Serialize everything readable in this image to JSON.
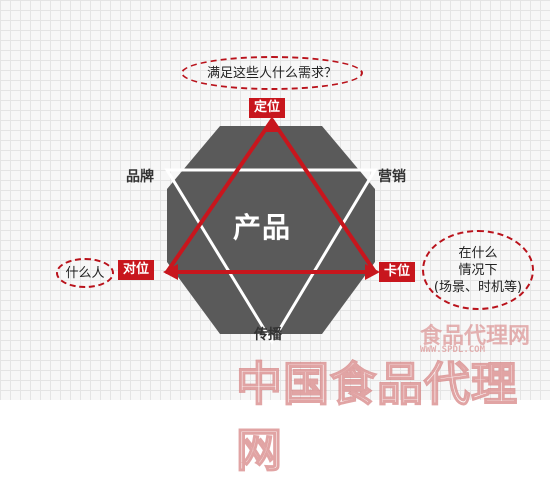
{
  "diagram": {
    "center_label": "产品",
    "corners": {
      "top_left": "品牌",
      "top_right": "营销",
      "bottom": "传播"
    },
    "tags": {
      "top": "定位",
      "left": "对位",
      "right": "卡位"
    },
    "bubbles": {
      "top": "满足这些人什么需求？",
      "left": "什么人",
      "right": [
        "在什么",
        "情况下",
        "(场景、时机等)"
      ]
    },
    "colors": {
      "hexagon": "#5a5a5a",
      "accent": "#c8161d",
      "background": "#f7f7f7"
    }
  },
  "watermark": {
    "logo_text": "食品代理网",
    "url": "WWW.SPDL.COM",
    "big_text": "中国食品代理网"
  }
}
